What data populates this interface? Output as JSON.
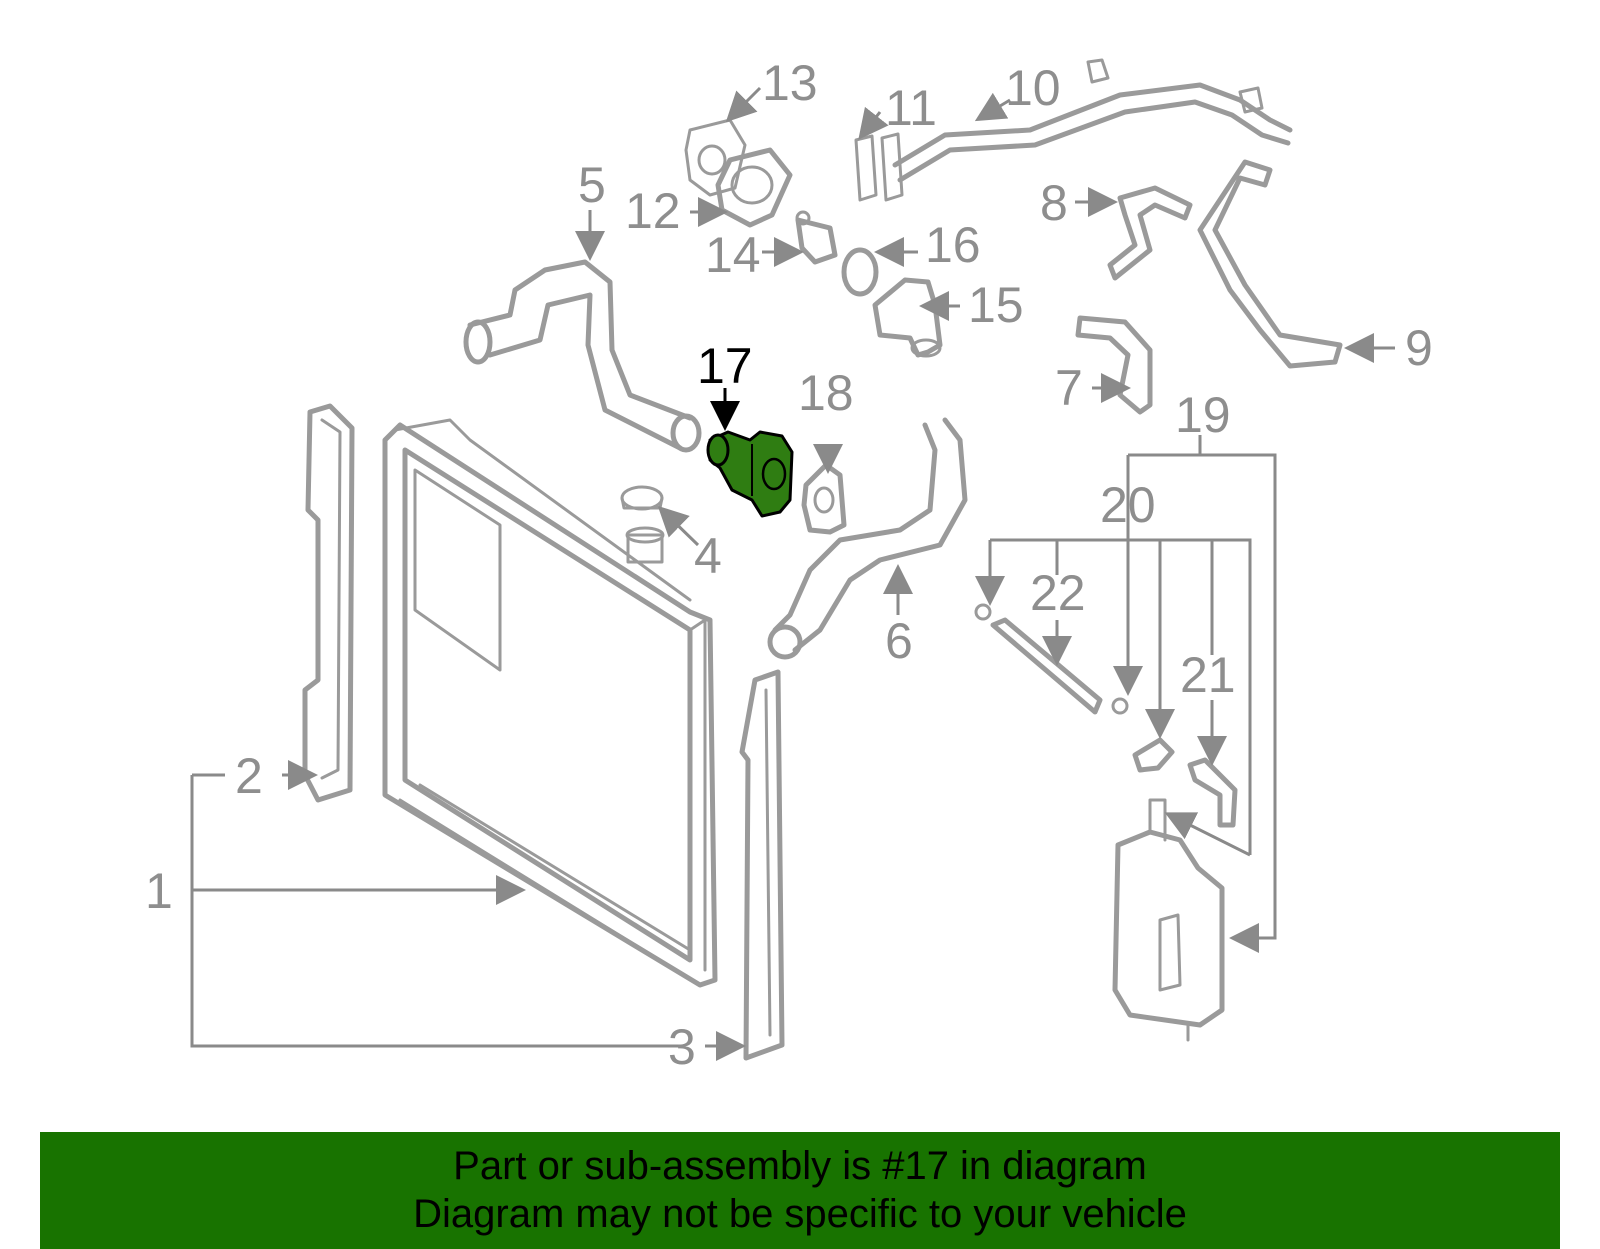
{
  "diagram": {
    "highlight_color": "#2f7d12",
    "banner_color": "#187300",
    "callouts": [
      "1",
      "2",
      "3",
      "4",
      "5",
      "6",
      "7",
      "8",
      "9",
      "10",
      "11",
      "12",
      "13",
      "14",
      "15",
      "16",
      "17",
      "18",
      "19",
      "20",
      "21",
      "22"
    ],
    "highlighted_callout": "17"
  },
  "banner": {
    "line1": "Part or sub-assembly is #17 in diagram",
    "line2": "Diagram may not be specific to your vehicle"
  }
}
